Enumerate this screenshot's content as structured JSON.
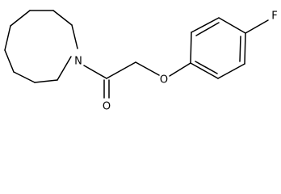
{
  "molecule": {
    "atoms": {
      "nitrogen": "N",
      "carbonyl_oxygen": "O",
      "ether_oxygen": "O",
      "fluorine": "F"
    },
    "colors": {
      "bond": "#000000",
      "background": "#ffffff"
    }
  }
}
